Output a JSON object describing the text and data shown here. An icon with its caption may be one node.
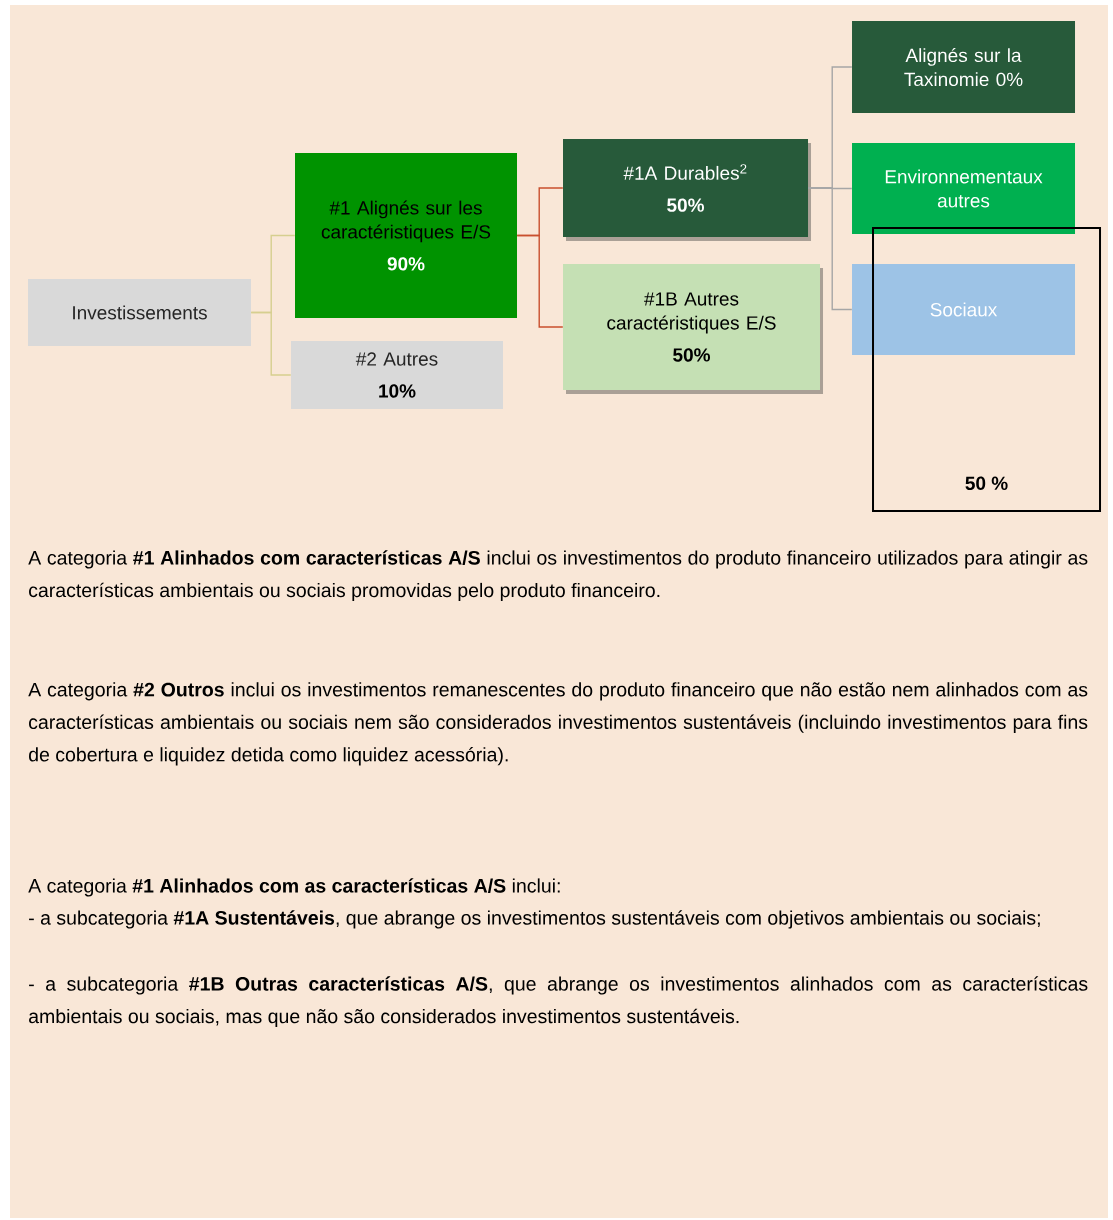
{
  "diagram": {
    "nodes": [
      {
        "text": [
          "Investissements"
        ]
      },
      {
        "text": [
          "#1 Alignés sur les caractéristiques E/S",
          "90%"
        ]
      },
      {
        "text": [
          "#2 Autres",
          "10%"
        ]
      },
      {
        "text": [
          "#1A Durables$^{2}$",
          "50%"
        ]
      },
      {
        "text": [
          "#1B Autres caractéristiques E/S",
          "50%"
        ]
      },
      {
        "text": [
          "Alignés sur la Taxinomie 0%"
        ]
      },
      {
        "text": [
          "Environnementaux autres"
        ]
      },
      {
        "text": [
          "Sociaux"
        ]
      },
      {
        "text": [
          "50 %"
        ]
      }
    ],
    "edges": [
      {
        "from": 0,
        "to": 1,
        "arrow": "none",
        "color": "#d6cf8f"
      },
      {
        "from": 0,
        "to": 2,
        "arrow": "none",
        "color": "#d6cf8f"
      },
      {
        "from": 1,
        "to": 3,
        "arrow": "none",
        "color": "#c9502e"
      },
      {
        "from": 1,
        "to": 4,
        "arrow": "none",
        "color": "#c9502e"
      },
      {
        "from": 3,
        "to": 5,
        "arrow": "none",
        "color": "#a6a6a6"
      },
      {
        "from": 3,
        "to": 6,
        "arrow": "none",
        "color": "#a6a6a6"
      },
      {
        "from": 3,
        "to": 7,
        "arrow": "none",
        "color": "#a6a6a6"
      }
    ],
    "labels": [
      "A categoria **#1 Alinhados com características A/S** inclui os investimentos do produto financeiro utilizados para atingir as características ambientais ou sociais promovidas pelo produto financeiro.",
      "A categoria **#2 Outros** inclui os investimentos remanescentes do produto financeiro que não estão nem alinhados com as características ambientais ou sociais nem são considerados investimentos sustentáveis (incluindo investimentos para fins de cobertura e liquidez detida como liquidez acessória).",
      "A categoria **#1 Alinhados com as características A/S** inclui:",
      "- a subcategoria **#1A Sustentáveis**, que abrange os investimentos sustentáveis com objetivos ambientais ou sociais;",
      "- a subcategoria **#1B Outras características A/S**, que abrange os investimentos alinhados com as características ambientais ou sociais, mas que não são considerados investimentos sustentáveis."
    ]
  }
}
